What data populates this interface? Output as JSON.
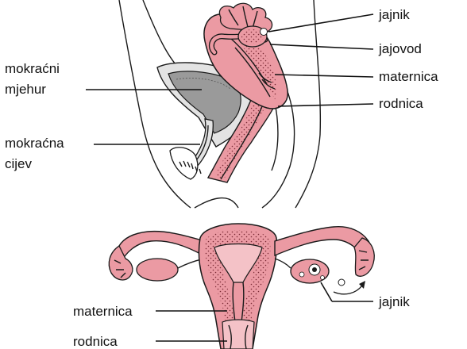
{
  "colors": {
    "tissue": "#eb9aa3",
    "tissue_light": "#f4c2c7",
    "bladder_fill": "#9a9a9a",
    "bladder_rim": "#e3e3e3",
    "outline": "#1a1a1a"
  },
  "top_diagram": {
    "labels": {
      "jajnik": "jajnik",
      "jajovod": "jajovod",
      "maternica": "maternica",
      "rodnica": "rodnica",
      "mokracni_mjehur_line1": "mokraćni",
      "mokracni_mjehur_line2": "mjehur",
      "mokracna_cijev_line1": "mokraćna",
      "mokracna_cijev_line2": "cijev"
    }
  },
  "bottom_diagram": {
    "labels": {
      "maternica": "maternica",
      "rodnica": "rodnica",
      "jajnik": "jajnik"
    }
  }
}
